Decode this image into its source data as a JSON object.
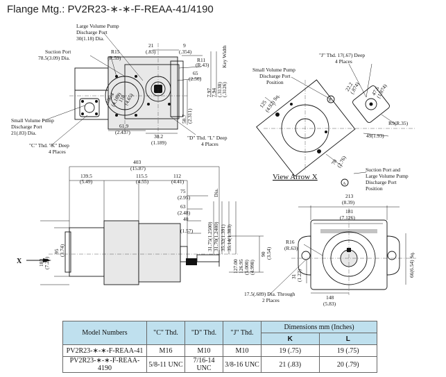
{
  "title": "Flange Mtg.: PV2R23-∗-∗-F-REAA-41/4190",
  "labels": {
    "large_port": [
      "Large Volume Pump",
      "Discharge Port",
      "30(1.18) Dia."
    ],
    "suction_port": [
      "Suction Port",
      "78.5(3.09) Dia."
    ],
    "r15": [
      "R15",
      "(R.59)"
    ],
    "small_port": [
      "Small Volume Pump",
      "Discharge Port",
      "21(.83) Dia."
    ],
    "c_thd": "\"C\" Thd. \"K\" Deep",
    "c_places": "4 Places",
    "d_thd": "\"D\" Thd. \"L\" Deep",
    "d_places": "4 Places",
    "key_width": "Key Width",
    "j_thd": "\"J\" Thd. 17(.67) Deep",
    "j_places": "4 Places",
    "small_port_pos": [
      "Small Volume Pump",
      "Discharge Port",
      "Position"
    ],
    "view_arrow": "View Arrow X",
    "suction_large_pos": [
      "Suction Port and",
      "Large Volume Pump",
      "Discharge Port",
      "Position"
    ],
    "e_mark": "E",
    "a_mark": "A",
    "x_mark": "X",
    "r16": [
      "R16",
      "(R.63)"
    ],
    "dia_through": "17.5(.689) Dia. Through",
    "dia_places": "2 Places",
    "dia_word": "Dia."
  },
  "dims": {
    "d21": [
      "21",
      "(.83)"
    ],
    "d9": [
      "9",
      "(.354)"
    ],
    "r11": [
      "R11",
      "(R.43)"
    ],
    "d65": [
      "65",
      "(2.56)"
    ],
    "d797": [
      "7.97",
      "(.3138)"
    ],
    "d794": [
      "7.94",
      "(.3126)"
    ],
    "d118": [
      "118",
      "(4.65)"
    ],
    "d1064": [
      "106.4",
      "(4.189)"
    ],
    "d587": [
      "58.7",
      "(2.311)"
    ],
    "d619": [
      "61.9",
      "(2.437)"
    ],
    "d302": [
      "30.2",
      "(1.189)"
    ],
    "d125": [
      "125",
      "(4.92) Sq."
    ],
    "d222": [
      "22.2",
      "(.874)"
    ],
    "d476": [
      "47.6",
      "(1.874)"
    ],
    "r9": "R9(R.35)",
    "d49": "49(1.93)",
    "d70": [
      "70",
      "(2.76)"
    ],
    "d403": [
      "403",
      "(15.87)"
    ],
    "d1395": [
      "139.5",
      "(5.49)"
    ],
    "d1155": [
      "115.5",
      "(4.55)"
    ],
    "d112": [
      "112",
      "(4.41)"
    ],
    "d75": [
      "75",
      "(2.95)"
    ],
    "d63": [
      "63",
      "(2.48)"
    ],
    "d40": [
      "40",
      "(1.57)"
    ],
    "d3175": [
      "31.75(1.2500)",
      "31.70(1.2480)"
    ],
    "d3532": [
      "35.32(1.391)",
      "35.14(1.383)"
    ],
    "d12700": [
      "127.00",
      "126.95"
    ],
    "d5000": [
      "(5.000)",
      "(4.998)"
    ],
    "d95": [
      "95",
      "(3.74)"
    ],
    "d183": [
      "183",
      "(7.20)"
    ],
    "d90": [
      "90",
      "(3.54)"
    ],
    "d213": [
      "213",
      "(8.39)"
    ],
    "d181": [
      "181",
      "(7.126)"
    ],
    "d31": [
      "31",
      "(1.22)"
    ],
    "d66": "66(6.54) Sq.",
    "d148": [
      "148",
      "(5.83)"
    ]
  },
  "table": {
    "headers": [
      "Model Numbers",
      "\"C\" Thd.",
      "\"D\" Thd.",
      "\"J\" Thd."
    ],
    "dimensions_header": "Dimensions    mm (Inches)",
    "sub_headers": [
      "K",
      "L"
    ],
    "rows": [
      [
        "PV2R23-∗-∗-F-REAA-41",
        "M16",
        "M10",
        "M10",
        "19 (.75)",
        "19 (.75)"
      ],
      [
        "PV2R23-∗-∗-F-REAA-4190",
        "5/8-11 UNC",
        "7/16-14 UNC",
        "3/8-16 UNC",
        "21 (.83)",
        "20 (.79)"
      ]
    ]
  }
}
